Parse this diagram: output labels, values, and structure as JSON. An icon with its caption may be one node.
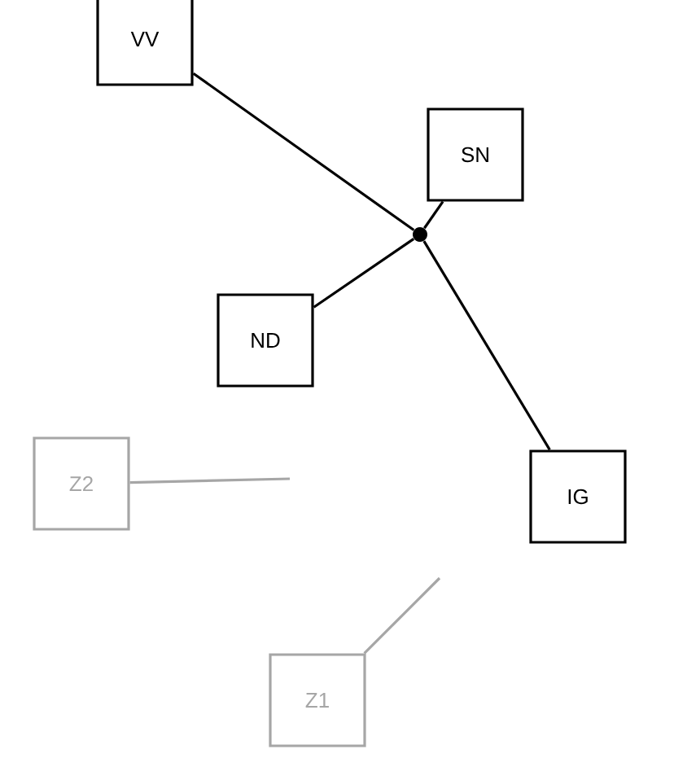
{
  "diagram": {
    "nodes": [
      {
        "text": [
          "VV"
        ]
      },
      {
        "text": [
          "SN"
        ]
      },
      {
        "text": [
          "ND"
        ]
      },
      {
        "text": [
          "IG"
        ]
      },
      {
        "text": [],
        "shape": "circle"
      },
      {
        "text": [
          "Z2"
        ]
      },
      {
        "text": [
          "Z1"
        ]
      }
    ],
    "edges": [
      {
        "from": 0,
        "to": 4,
        "arrow": "none"
      },
      {
        "from": 1,
        "to": 4,
        "arrow": "none"
      },
      {
        "from": 2,
        "to": 4,
        "arrow": "none"
      },
      {
        "from": 3,
        "to": 4,
        "arrow": "none"
      },
      {
        "from": 5,
        "to": null,
        "arrow": "none",
        "color": "#a6a6a6"
      },
      {
        "from": 6,
        "to": null,
        "arrow": "none",
        "color": "#a6a6a6"
      }
    ]
  }
}
